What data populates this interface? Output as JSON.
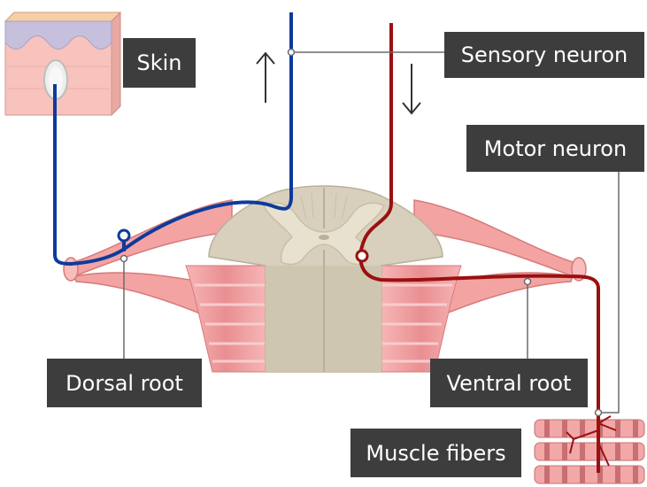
{
  "labels": {
    "skin": "Skin",
    "sensory_neuron": "Sensory neuron",
    "motor_neuron": "Motor neuron",
    "dorsal_root": "Dorsal root",
    "ventral_root": "Ventral root",
    "muscle_fibers": "Muscle fibers"
  },
  "colors": {
    "sensory": "#0d3b9c",
    "motor": "#9b1010",
    "nerve": "#f4a3a3",
    "nerve_stroke": "#d77a7a",
    "cord": "#d8d0bd",
    "gray_matter": "#e8e1cf",
    "skin": "#f7c3bc",
    "skin_top": "#c7c0dd",
    "label_bg": "#3d3d3d",
    "label_text": "#ffffff"
  }
}
